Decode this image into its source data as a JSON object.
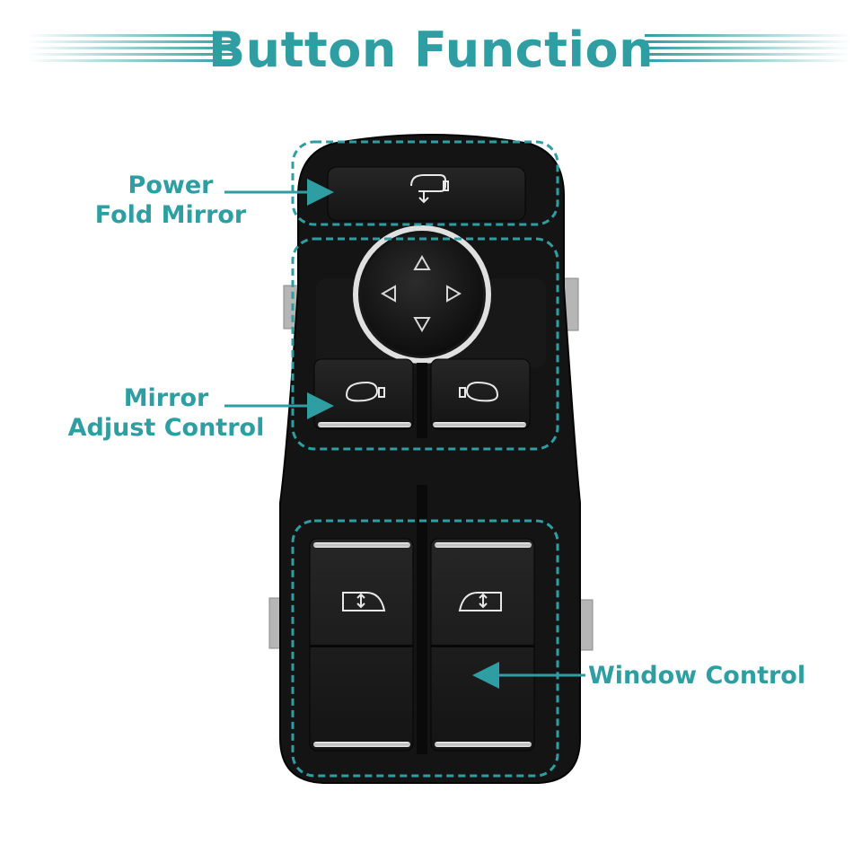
{
  "title": "Button Function",
  "labels": {
    "power_fold": [
      "Power",
      "Fold Mirror"
    ],
    "mirror_adjust": [
      "Mirror",
      "Adjust Control"
    ],
    "window_control": "Window Control"
  },
  "colors": {
    "accent": "#2f9ea3",
    "body": "#131313",
    "button": "#1c1c1c",
    "chrome": "#d6d6d6"
  },
  "icons": [
    "mirror-fold-icon",
    "up-arrow-icon",
    "down-arrow-icon",
    "left-arrow-icon",
    "right-arrow-icon",
    "left-mirror-icon",
    "right-mirror-icon",
    "left-window-icon",
    "right-window-icon"
  ]
}
